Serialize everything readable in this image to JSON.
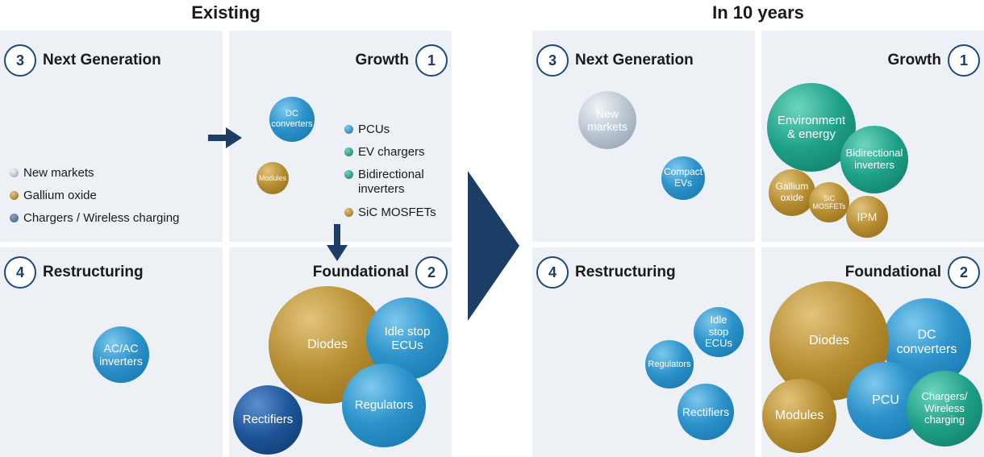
{
  "titles": {
    "existing": "Existing",
    "future": "In 10 years"
  },
  "quadrants": {
    "next_generation": {
      "number": "3",
      "label": "Next Generation"
    },
    "growth": {
      "number": "1",
      "label": "Growth"
    },
    "restructuring": {
      "number": "4",
      "label": "Restructuring"
    },
    "foundational": {
      "number": "2",
      "label": "Foundational"
    }
  },
  "existing": {
    "next_generation_legend": [
      "New markets",
      "Gallium oxide",
      "Chargers / Wireless charging"
    ],
    "growth_bubbles": {
      "dc_converters": "DC converters",
      "modules": "Modules"
    },
    "growth_legend": [
      "PCUs",
      "EV chargers",
      "Bidirectional inverters",
      "SiC MOSFETs"
    ],
    "restructuring_bubbles": {
      "ac_ac_inverters": "AC/AC inverters"
    },
    "foundational_bubbles": {
      "diodes": "Diodes",
      "idle_stop_ecus": "Idle stop ECUs",
      "regulators": "Regulators",
      "rectifiers": "Rectifiers"
    }
  },
  "future": {
    "next_generation_bubbles": {
      "new_markets": "New markets",
      "compact_evs": "Compact EVs"
    },
    "growth_bubbles": {
      "environment_energy": "Environment & energy",
      "bidirectional_inverters": "Bidirectional inverters",
      "gallium_oxide": "Gallium oxide",
      "sic_mosfets": "SiC MOSFETs",
      "ipm": "IPM"
    },
    "restructuring_bubbles": {
      "idle_stop_ecus": "Idle stop ECUs",
      "regulators": "Regulators",
      "rectifiers": "Rectifiers"
    },
    "foundational_bubbles": {
      "diodes": "Diodes",
      "dc_converters": "DC converters",
      "pcu": "PCU",
      "modules": "Modules",
      "chargers_wireless": "Chargers/ Wireless charging"
    }
  },
  "colors": {
    "quadrant_bg": "#edf1f6",
    "navy": "#1b3d66",
    "blue": "#2d93ca",
    "gold": "#b68d32",
    "teal": "#1fa088",
    "dark_blue": "#1d5597",
    "silver": "#b7c2cf"
  }
}
